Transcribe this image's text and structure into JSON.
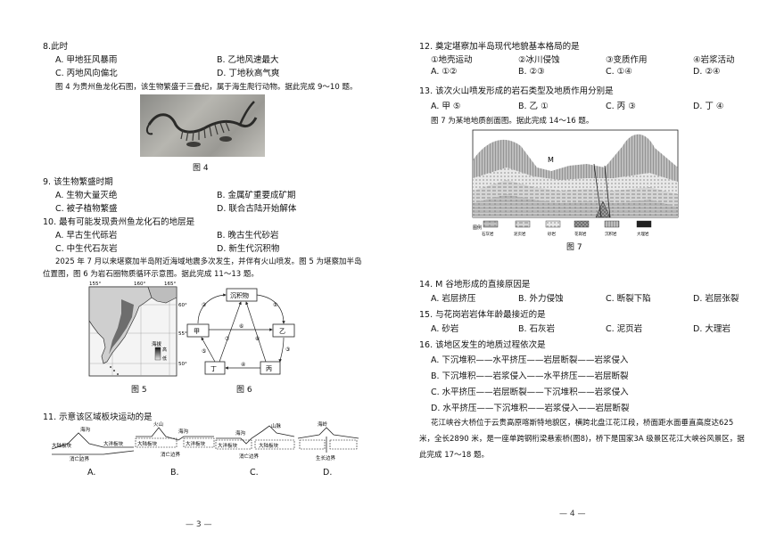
{
  "left": {
    "q8": {
      "stem": "8.此时",
      "options": [
        "A. 甲地狂风暴雨",
        "B. 乙地风速最大",
        "C. 丙地风向偏北",
        "D. 丁地秋高气爽"
      ]
    },
    "intro_9_10": "图 4 为贵州鱼龙化石图，该生物繁盛于三叠纪，属于海生爬行动物。据此完成 9～10 题。",
    "fig4_caption": "图 4",
    "q9": {
      "stem": "9. 该生物繁盛时期",
      "options": [
        "A. 生物大量灭绝",
        "B. 金属矿重要成矿期",
        "C. 被子植物繁盛",
        "D. 联合古陆开始解体"
      ]
    },
    "q10": {
      "stem": "10. 最有可能发现贵州鱼龙化石的地层是",
      "options": [
        "A. 早古生代砾岩",
        "B. 晚古生代砂岩",
        "C. 中生代石灰岩",
        "D. 新生代沉积物"
      ]
    },
    "intro_11_13_l1": "2025 年 7 月以来堪察加半岛附近海域地震多次发生，并伴有火山喷发。图 5 为堪察加半岛",
    "intro_11_13_l2": "位置图，图 6 为岩石圈物质循环示意图。据此完成 11～13 题。",
    "fig5": {
      "lon": [
        "155°",
        "160°",
        "165°"
      ],
      "lat": [
        "60°",
        "55°",
        "50°"
      ],
      "legend": "海拔",
      "legend2": "高",
      "legend3": "低",
      "caption": "图 5"
    },
    "fig6": {
      "top": "沉积物",
      "left": "甲",
      "right": "乙",
      "bl": "丁",
      "br": "丙",
      "nums": [
        "①",
        "②",
        "③",
        "④",
        "⑤",
        "⑥",
        "⑦",
        "⑧"
      ],
      "caption": "图 6"
    },
    "q11": {
      "stem": "11. 示意该区域板块运动的是",
      "labels": [
        "A.",
        "B.",
        "C.",
        "D."
      ],
      "a": {
        "t1": "大陆板块",
        "t2": "大洋板块",
        "t3": "消亡边界",
        "t4": "海沟"
      },
      "b": {
        "t1": "火山",
        "t2": "海沟",
        "t3": "大陆板块",
        "t4": "大洋板块",
        "t5": "消亡边界"
      },
      "c": {
        "t1": "海沟",
        "t2": "山脉",
        "t3": "大洋板块",
        "t4": "大陆板块",
        "t5": "消亡边界"
      },
      "d": {
        "t1": "海岭",
        "t2": "生长边界"
      }
    },
    "page_no": "— 3 —"
  },
  "right": {
    "q12": {
      "stem": "12. 奠定堪察加半岛现代地貌基本格局的是",
      "items": [
        "①地壳运动",
        "②冰川侵蚀",
        "③变质作用",
        "④岩浆活动"
      ],
      "options": [
        "A. ①②",
        "B. ②③",
        "C. ①④",
        "D. ②④"
      ]
    },
    "q13": {
      "stem": "13. 该次火山喷发形成的岩石类型及地质作用分别是",
      "options": [
        "A. 甲 ⑤",
        "B. 乙 ①",
        "C. 丙 ③",
        "D. 丁 ④"
      ]
    },
    "intro_14_16": "图 7 为某地地质剖面图。据此完成 14～16 题。",
    "fig7": {
      "m": "M",
      "legend_title": "图例",
      "legend": [
        "石灰岩",
        "泥页岩",
        "砂岩",
        "花岗岩",
        "沉积岩",
        "大理岩"
      ],
      "caption": "图 7"
    },
    "q14": {
      "stem": "14. M 谷地形成的直接原因是",
      "options": [
        "A. 岩层挤压",
        "B. 外力侵蚀",
        "C. 断裂下陷",
        "D. 岩层张裂"
      ]
    },
    "q15": {
      "stem": "15. 与花岗岩岩体年龄最接近的是",
      "options": [
        "A. 砂岩",
        "B. 石灰岩",
        "C. 泥页岩",
        "D. 大理岩"
      ]
    },
    "q16": {
      "stem": "16. 该地区发生的地质过程依次是",
      "options": [
        "A. 下沉堆积——水平挤压——岩层断裂——岩浆侵入",
        "B. 下沉堆积——岩浆侵入——水平挤压——岩层断裂",
        "C. 水平挤压——岩层断裂——下沉堆积——岩浆侵入",
        "D. 水平挤压——下沉堆积——岩浆侵入——岩层断裂"
      ]
    },
    "intro_17_18_l1": "花江峡谷大桥位于云贵高原喀斯特地貌区，横跨北盘江花江段，桥面距水面垂直高度达625",
    "intro_17_18_l2": "米，全长2890 米，是一座单跨钢桁梁悬索桥(图8)，桥下是国家3A 级景区花江大峡谷风景区，据",
    "intro_17_18_l3": "此完成 17～18 题。",
    "page_no": "— 4 —"
  }
}
